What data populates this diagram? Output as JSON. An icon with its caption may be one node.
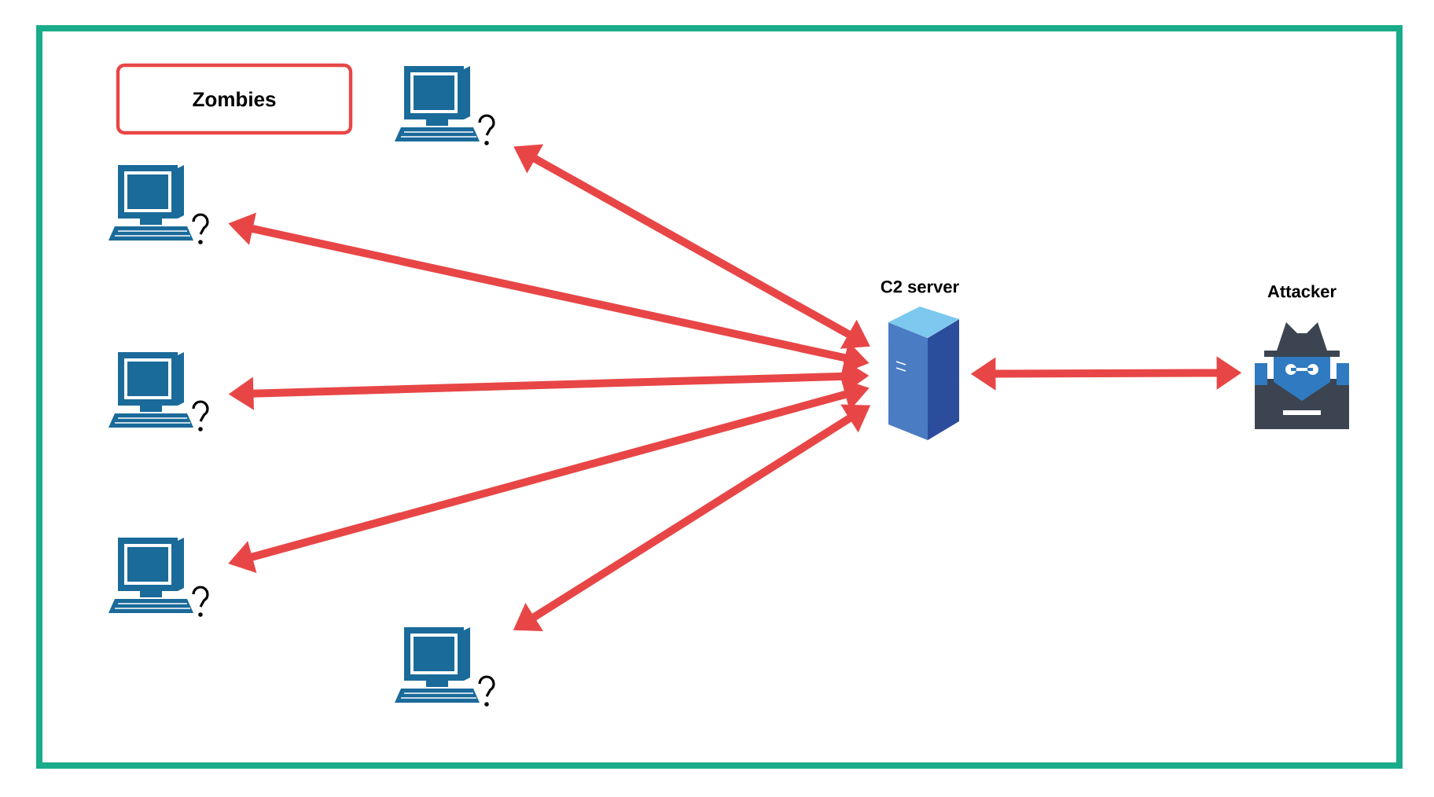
{
  "diagram": {
    "nodes": [
      {
        "text": [
          "Zombies"
        ]
      },
      {
        "text": [],
        "shape": "computer"
      },
      {
        "text": [],
        "shape": "computer"
      },
      {
        "text": [],
        "shape": "computer"
      },
      {
        "text": [],
        "shape": "computer"
      },
      {
        "text": [],
        "shape": "computer"
      },
      {
        "text": [
          "C2 server"
        ]
      },
      {
        "text": [
          "Attacker"
        ]
      }
    ],
    "edges": [
      {
        "from": 1,
        "to": 6,
        "arrow": "both"
      },
      {
        "from": 2,
        "to": 6,
        "arrow": "both"
      },
      {
        "from": 3,
        "to": 6,
        "arrow": "both"
      },
      {
        "from": 4,
        "to": 6,
        "arrow": "both"
      },
      {
        "from": 5,
        "to": 6,
        "arrow": "both"
      },
      {
        "from": 6,
        "to": 7,
        "arrow": "both"
      }
    ]
  }
}
